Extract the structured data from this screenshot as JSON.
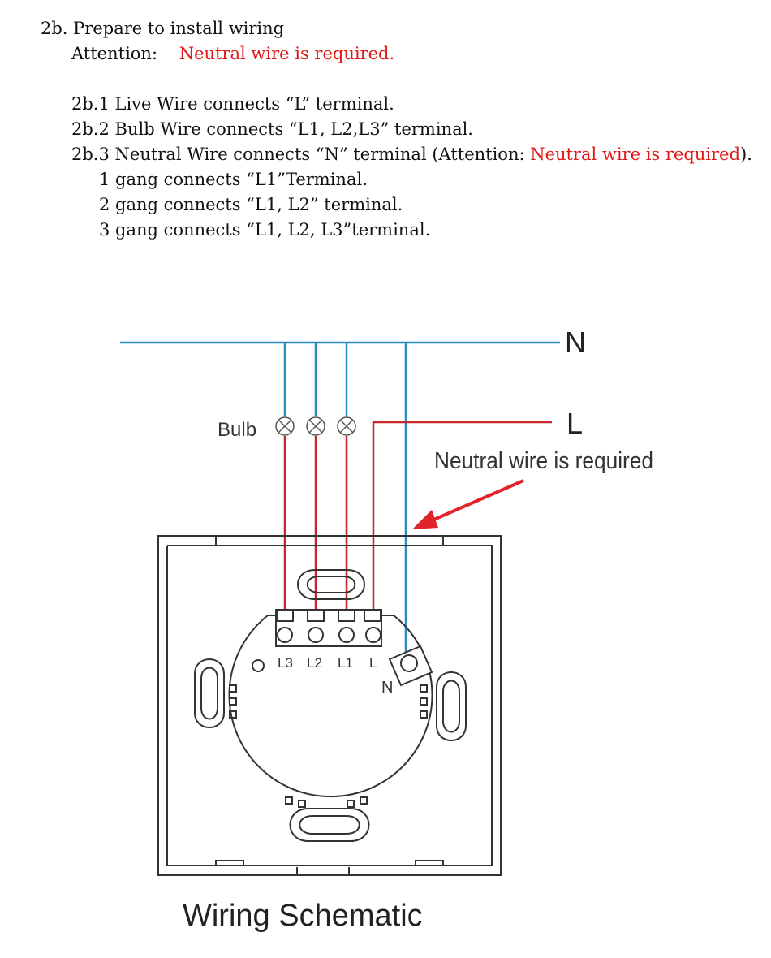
{
  "instructions": {
    "heading": "2b. Prepare to install wiring",
    "attention_label": "Attention:",
    "attention_text": "Neutral wire is required.",
    "steps": [
      "2b.1 Live Wire connects “L” terminal.",
      "2b.2 Bulb Wire connects “L1, L2,L3” terminal."
    ],
    "step3_prefix": "2b.3 Neutral Wire connects “N” terminal (Attention: ",
    "step3_red": "Neutral wire is required",
    "step3_suffix": ").",
    "gangs": [
      "1 gang connects “L1”Terminal.",
      "2 gang connects “L1, L2” terminal.",
      "3 gang connects “L1, L2, L3”terminal."
    ]
  },
  "diagram": {
    "label_N": "N",
    "label_L": "L",
    "label_bulb": "Bulb",
    "callout": "Neutral wire is required",
    "terminal_labels": [
      "L3",
      "L2",
      "L1",
      "L"
    ],
    "terminal_N": "N",
    "caption": "Wiring Schematic",
    "colors": {
      "neutral_wire": "#2a8cc4",
      "live_wire": "#c8262c",
      "arrow": "#e0242b",
      "outline": "#333333",
      "attention": "#e01818"
    }
  }
}
